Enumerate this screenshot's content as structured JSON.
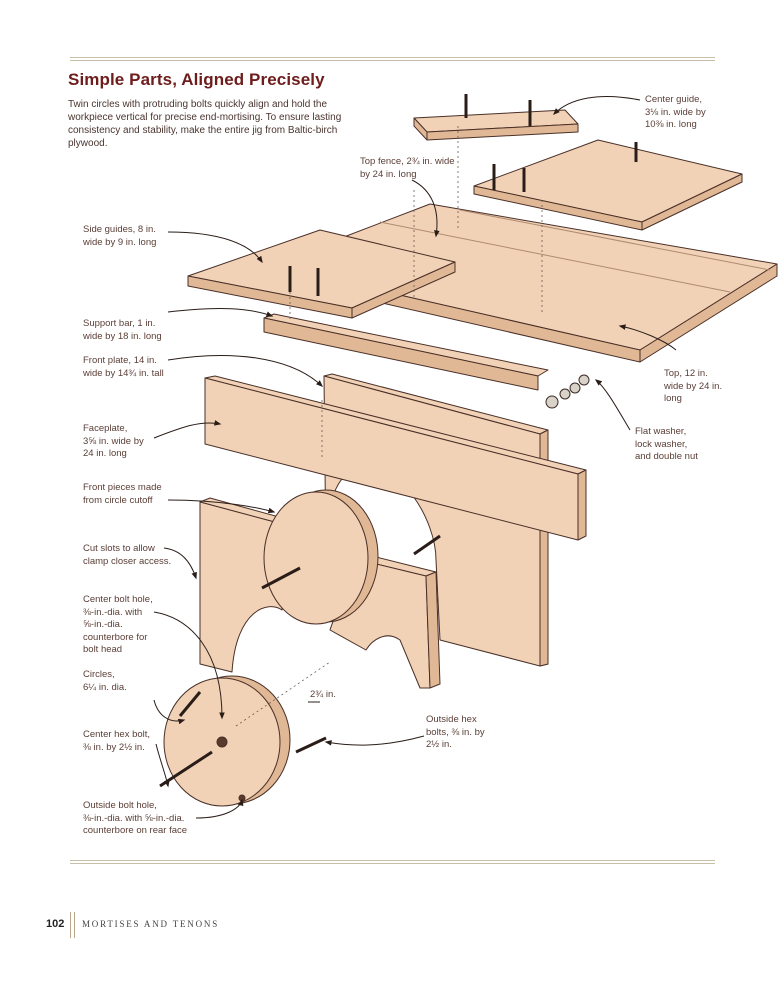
{
  "heading": "Simple Parts, Aligned Precisely",
  "intro": "Twin circles with protruding bolts quickly align and hold the workpiece vertical for precise end-mortising. To ensure lasting consistency and stability, make the entire jig from Baltic-birch plywood.",
  "labels": {
    "center_guide": "Center guide,\n3⅛ in. wide by\n10⅜ in. long",
    "top_fence": "Top fence, 2¾ in. wide\nby 24 in. long",
    "side_guides": "Side guides, 8 in.\nwide by 9 in. long",
    "support_bar": "Support bar, 1 in.\nwide by 18 in. long",
    "front_plate": "Front plate, 14 in.\nwide by 14¾ in. tall",
    "top": "Top, 12 in.\nwide by 24 in.\nlong",
    "flat_washer": "Flat washer,\nlock washer,\nand double nut",
    "faceplate": "Faceplate,\n3⅝ in. wide by\n24 in. long",
    "front_pieces": "Front pieces made\nfrom circle cutoff",
    "cut_slots": "Cut slots to allow\nclamp closer access.",
    "center_bolt_hole": "Center bolt hole,\n⅜-in.-dia. with\n⅝-in.-dia.\ncounterbore for\nbolt head",
    "circles": "Circles,\n6¼ in. dia.",
    "dim_234": "2¾ in.",
    "center_hex_bolt": "Center hex bolt,\n⅜ in. by 2½ in.",
    "outside_hex_bolts": "Outside hex\nbolts, ⅜ in. by\n2½ in.",
    "outside_bolt_hole": "Outside bolt hole,\n⅜-in.-dia. with ⅝-in.-dia.\ncounterbore on rear face"
  },
  "footer": {
    "page_number": "102",
    "running_title": "MORTISES AND TENONS"
  },
  "colors": {
    "heading": "#6e1c1c",
    "wood_face": "#f1d2b6",
    "wood_edge": "#e0b896",
    "outline": "#4a3028"
  }
}
